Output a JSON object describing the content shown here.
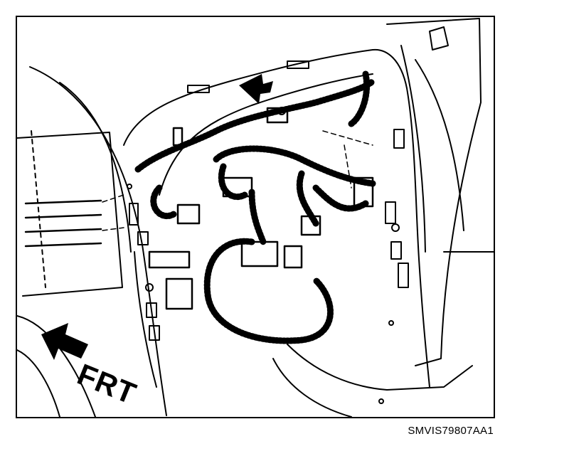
{
  "diagram": {
    "direction_label": "FRT",
    "reference_code": "SMVIS79807AA1"
  },
  "colors": {
    "ink": "#000000",
    "paper": "#ffffff"
  },
  "icons": {
    "front_direction": "arrow-left-down",
    "view_direction": "arrow-left"
  }
}
